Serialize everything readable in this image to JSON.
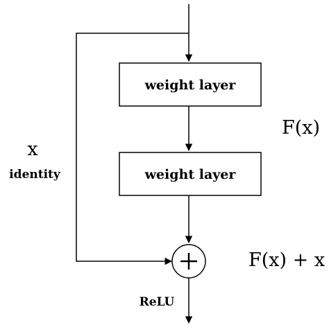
{
  "diagram": {
    "blocks": {
      "top_label": "weight layer",
      "bottom_label": "weight layer"
    },
    "labels": {
      "fx": "F(x)",
      "fx_plus_x": "F(x) + x",
      "x": "x",
      "identity": "identity",
      "relu": "ReLU",
      "add_symbol": "+"
    },
    "colors": {
      "stroke": "#000000",
      "background": "#ffffff"
    }
  }
}
